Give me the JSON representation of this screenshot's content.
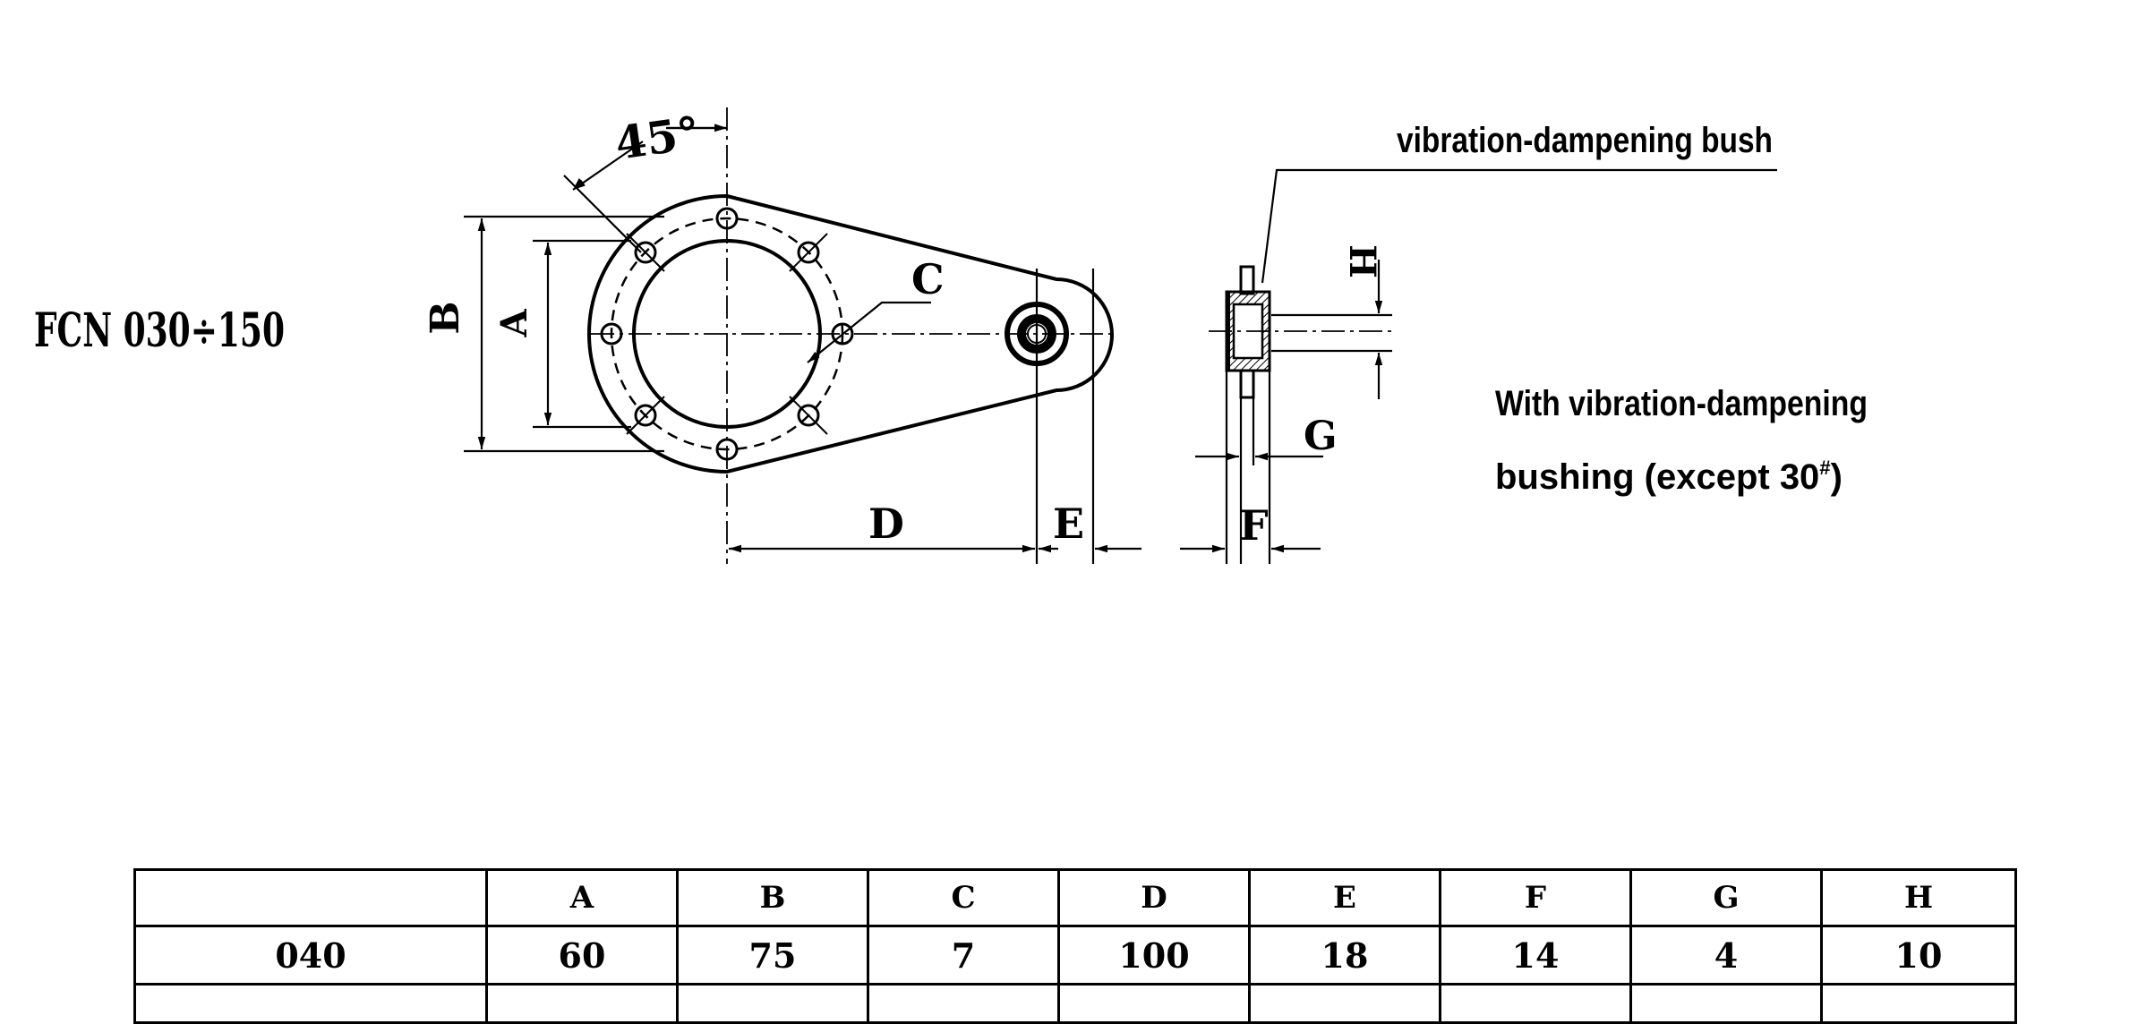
{
  "drawing": {
    "model_label": "FCN 030÷150",
    "angle_label": "45°",
    "bush_callout": "vibration-dampening bush",
    "note_line1": "With vibration-dampening",
    "note_line2_text": "bushing (except 30",
    "note_line2_sup": "#",
    "note_line2_end": ")",
    "dim": {
      "a": "A",
      "b": "B",
      "c": "C",
      "d": "D",
      "e": "E",
      "f": "F",
      "g": "G",
      "h": "H"
    }
  },
  "table": {
    "headers": [
      "",
      "A",
      "B",
      "C",
      "D",
      "E",
      "F",
      "G",
      "H"
    ],
    "rows": [
      [
        "040",
        "60",
        "75",
        "7",
        "100",
        "18",
        "14",
        "4",
        "10"
      ]
    ]
  }
}
